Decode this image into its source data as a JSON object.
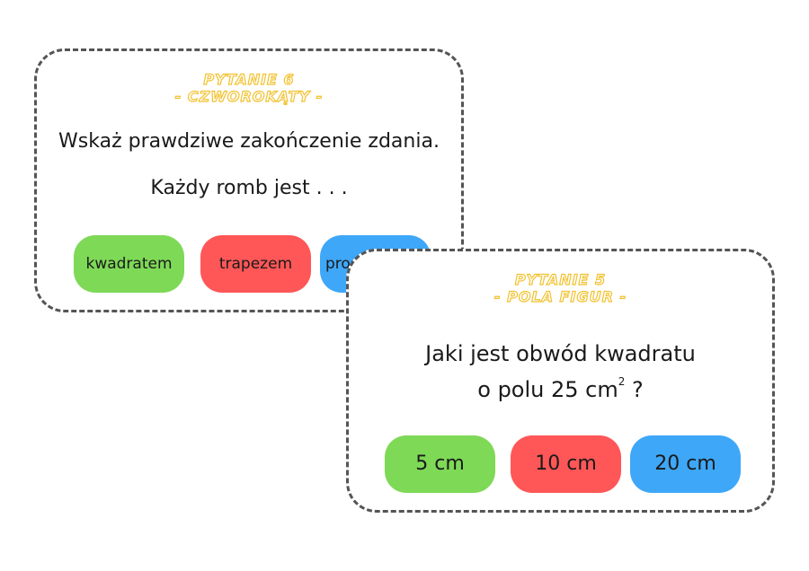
{
  "back_card": {
    "header_line1": "PYTANIE 6",
    "header_line2": "- CZWOROKĄTY -",
    "question_line1": "Wskaż prawdziwe zakończenie zdania.",
    "question_line2": "Każdy romb jest . . .",
    "answers": [
      "kwadratem",
      "trapezem",
      "prostokątem"
    ],
    "answer_colors": [
      "#7ed957",
      "#ff5757",
      "#3ea7f8"
    ]
  },
  "front_card": {
    "header_line1": "PYTANIE 5",
    "header_line2": "- POLA FIGUR -",
    "question_line1": "Jaki jest obwód kwadratu",
    "question_line2_prefix": "o polu 25 cm",
    "question_line2_sup": "2",
    "question_line2_suffix": " ?",
    "answers": [
      "5 cm",
      "10 cm",
      "20 cm"
    ],
    "answer_colors": [
      "#7ed957",
      "#ff5757",
      "#3ea7f8"
    ]
  },
  "colors": {
    "header_outline": "#f2c230",
    "border": "#555555"
  }
}
